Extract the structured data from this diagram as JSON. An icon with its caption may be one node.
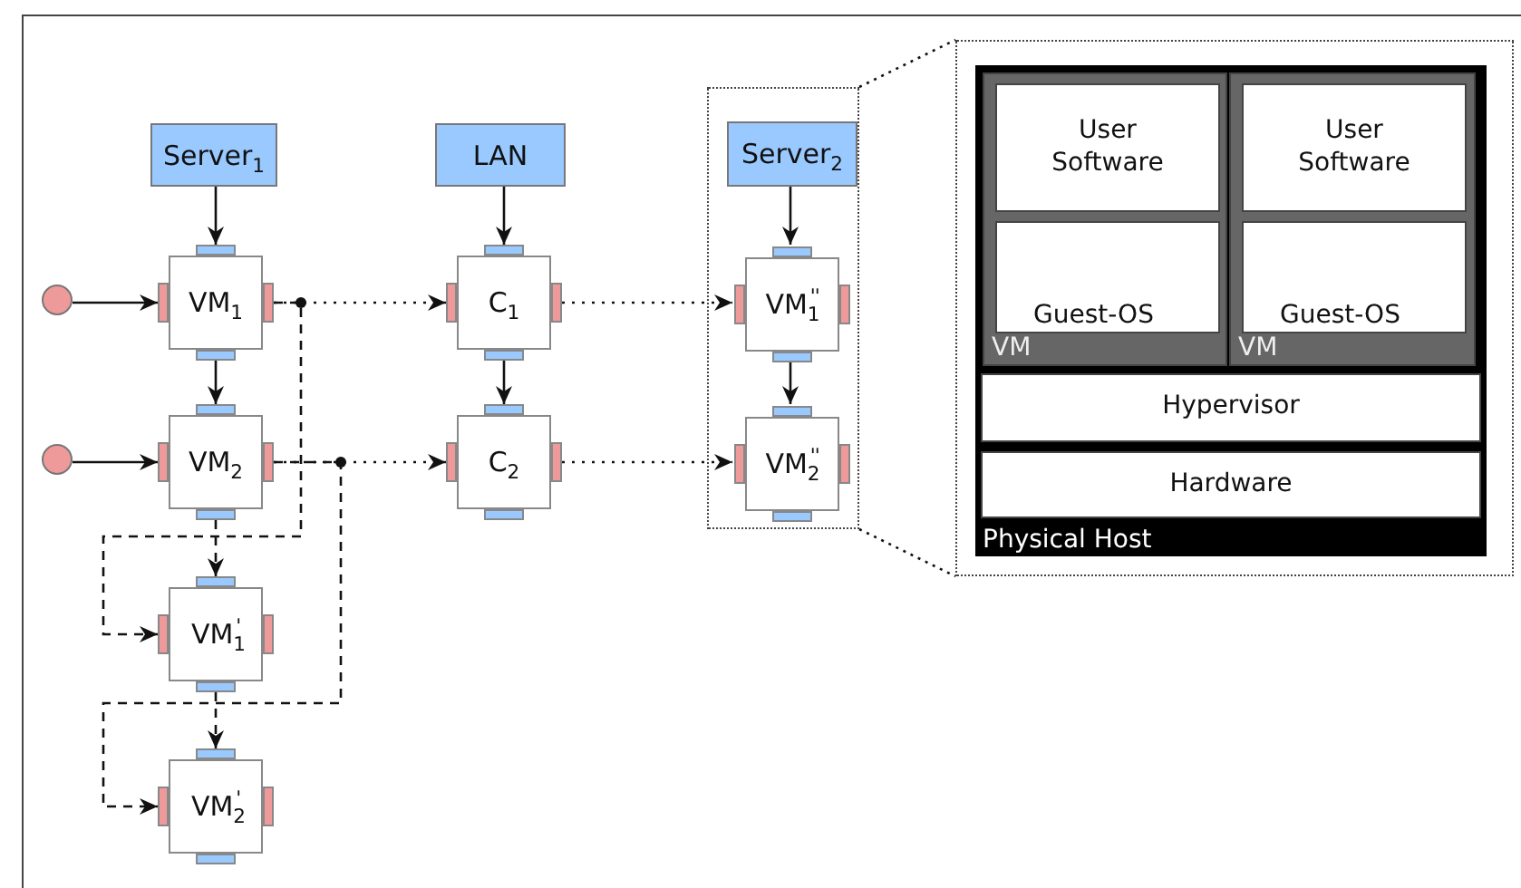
{
  "diagram": {
    "nodes": [
      {
        "text": [
          "Server$_{1}$"
        ]
      },
      {
        "text": [
          "LAN"
        ]
      },
      {
        "text": [],
        "shape": "box"
      },
      {
        "text": [
          "Server$_{2}$"
        ],
        "in": 2
      },
      {
        "text": [
          "VM$_{1}$"
        ]
      },
      {
        "text": [
          "C$_{1}$"
        ]
      },
      {
        "text": [
          "VM$_{1}$$^{''}$"
        ],
        "in": 2
      },
      {
        "text": [
          "VM$_{2}$"
        ]
      },
      {
        "text": [
          "C$_{2}$"
        ]
      },
      {
        "text": [
          "VM$_{2}$$^{''}$"
        ],
        "in": 2
      },
      {
        "text": [
          "VM$_{1}$$^{'}$"
        ]
      },
      {
        "text": [
          "VM$_{2}$$^{'}$"
        ]
      },
      {
        "text": [],
        "shape": "circle"
      },
      {
        "text": [],
        "shape": "circle"
      },
      {
        "text": [],
        "shape": "box"
      },
      {
        "text": [
          "Physical Host"
        ],
        "in": 14
      },
      {
        "text": [
          "VM"
        ],
        "in": 15
      },
      {
        "text": [
          "User Software"
        ],
        "in": 16
      },
      {
        "text": [
          "Guest-OS"
        ],
        "in": 16
      },
      {
        "text": [
          "VM"
        ],
        "in": 15
      },
      {
        "text": [
          "User Software"
        ],
        "in": 19
      },
      {
        "text": [
          "Guest-OS"
        ],
        "in": 19
      },
      {
        "text": [
          "Hypervisor"
        ],
        "in": 15
      },
      {
        "text": [
          "Hardware"
        ],
        "in": 15
      }
    ],
    "edges": [
      {
        "from": 12,
        "to": 4,
        "arrow": "to"
      },
      {
        "from": 13,
        "to": 7,
        "arrow": "to"
      },
      {
        "from": 0,
        "to": 4,
        "arrow": "to"
      },
      {
        "from": 1,
        "to": 5,
        "arrow": "to"
      },
      {
        "from": 3,
        "to": 6,
        "arrow": "to"
      },
      {
        "from": 4,
        "to": 7,
        "arrow": "to"
      },
      {
        "from": 5,
        "to": 8,
        "arrow": "to"
      },
      {
        "from": 6,
        "to": 9,
        "arrow": "to"
      },
      {
        "from": 4,
        "to": 5,
        "arrow": "to",
        "style": "dashed"
      },
      {
        "from": 5,
        "to": 6,
        "arrow": "to",
        "style": "dashed"
      },
      {
        "from": 7,
        "to": 8,
        "arrow": "to",
        "style": "dashed"
      },
      {
        "from": 8,
        "to": 9,
        "arrow": "to",
        "style": "dashed"
      },
      {
        "from": 4,
        "to": 10,
        "arrow": "to",
        "style": "dashed"
      },
      {
        "from": 7,
        "to": 10,
        "arrow": "to",
        "style": "dashed"
      },
      {
        "from": 7,
        "to": 11,
        "arrow": "to",
        "style": "dashed"
      },
      {
        "from": 10,
        "to": 11,
        "arrow": "to",
        "style": "dashed"
      },
      {
        "from": 2,
        "to": 14,
        "arrow": "none",
        "style": "dashed"
      }
    ]
  }
}
